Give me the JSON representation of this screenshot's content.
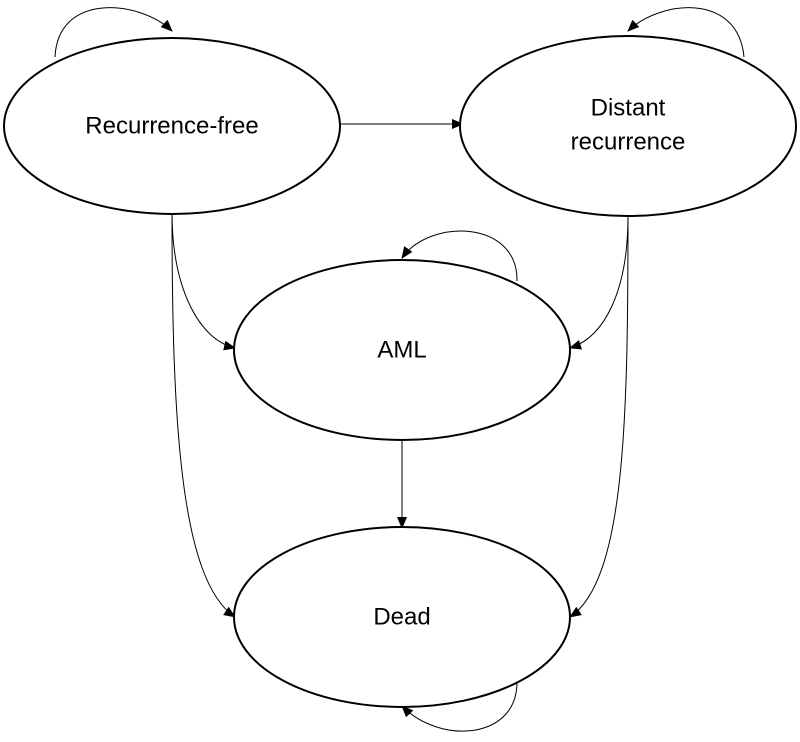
{
  "states": {
    "recurrence_free": {
      "label": "Recurrence-free"
    },
    "distant_recurrence": {
      "line1": "Distant",
      "line2": "recurrence"
    },
    "aml": {
      "label": "AML"
    },
    "dead": {
      "label": "Dead"
    }
  },
  "transitions": [
    {
      "from": "Recurrence-free",
      "to": "Recurrence-free"
    },
    {
      "from": "Recurrence-free",
      "to": "Distant recurrence"
    },
    {
      "from": "Recurrence-free",
      "to": "AML"
    },
    {
      "from": "Recurrence-free",
      "to": "Dead"
    },
    {
      "from": "Distant recurrence",
      "to": "Distant recurrence"
    },
    {
      "from": "Distant recurrence",
      "to": "AML"
    },
    {
      "from": "Distant recurrence",
      "to": "Dead"
    },
    {
      "from": "AML",
      "to": "AML"
    },
    {
      "from": "AML",
      "to": "Dead"
    },
    {
      "from": "Dead",
      "to": "Dead"
    }
  ],
  "colors": {
    "stroke": "#000000",
    "fill": "#ffffff",
    "background": "#ffffff"
  }
}
